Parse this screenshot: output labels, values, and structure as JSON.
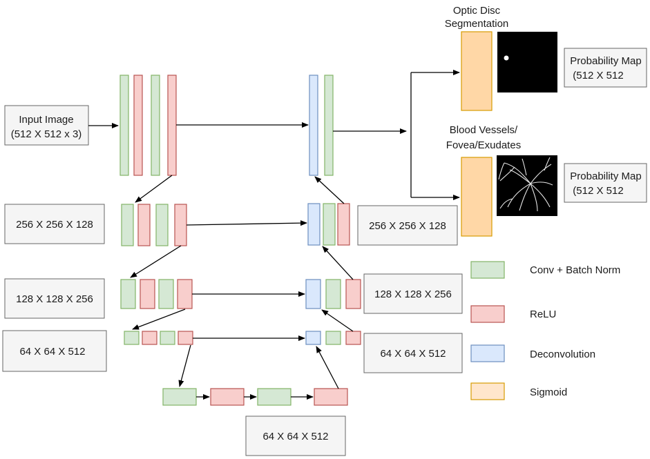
{
  "input": {
    "line1": "Input Image",
    "line2": "(512 X 512 x 3)"
  },
  "encoder_labels": [
    "256 X 256 X 128",
    "128 X 128 X 256",
    "64 X 64 X 512"
  ],
  "decoder_labels": [
    "256 X 256 X 128",
    "128 X 128 X 256",
    "64 X 64 X 512"
  ],
  "bottleneck_label": "64 X 64 X 512",
  "outputs": {
    "optic_disc_title": [
      "Optic Disc",
      "Segmentation"
    ],
    "vessels_title": [
      "Blood Vessels/",
      "Fovea/Exudates"
    ],
    "prob_map_1": [
      "Probability Map",
      "(512 X 512"
    ],
    "prob_map_2": [
      "Probability Map",
      "(512 X 512"
    ]
  },
  "legend": [
    {
      "label": "Conv + Batch Norm",
      "color": "#d5e8d4"
    },
    {
      "label": "ReLU",
      "color": "#f8cecc"
    },
    {
      "label": "Deconvolution",
      "color": "#dae8fc"
    },
    {
      "label": "Sigmoid",
      "color": "#ffe6cc"
    }
  ]
}
